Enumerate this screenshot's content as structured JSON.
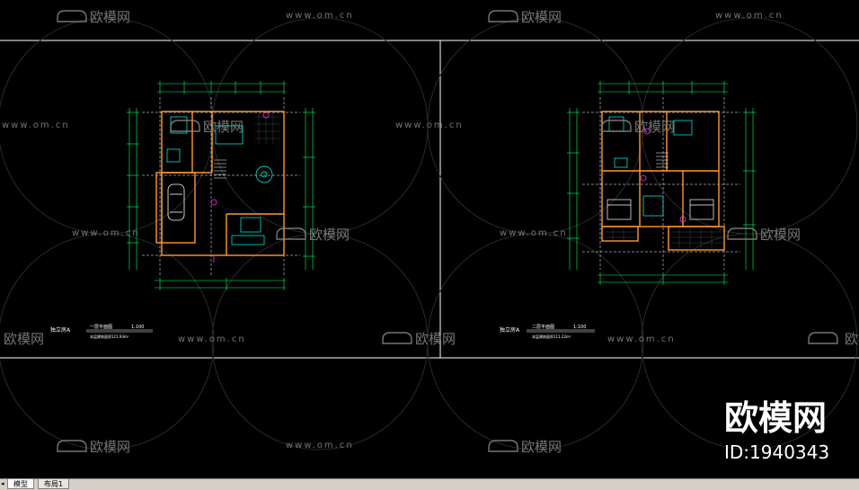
{
  "window": {
    "title": "CAD Model Space"
  },
  "watermark": {
    "brand_text": "欧模网",
    "url_text": "www.om.cn",
    "id_text": "ID:1940343"
  },
  "drawings": [
    {
      "name_label": "独立房A",
      "plan_title": "一层平面图",
      "scale": "1:100",
      "area_label": "本层建筑面积",
      "area_value": "121.93m²"
    },
    {
      "name_label": "独立房A",
      "plan_title": "二层平面图",
      "scale": "1:100",
      "area_label": "本层建筑面积",
      "area_value": "111.22m²"
    }
  ],
  "tabs": [
    {
      "label": "模型",
      "active": true
    },
    {
      "label": "布局1",
      "active": false
    }
  ],
  "colors": {
    "background": "#000000",
    "wall": "#ff9933",
    "dimension": "#00ff66",
    "axis": "#ffffff",
    "furniture": "#00ffff",
    "annotation": "#ff33ff",
    "watermark": "#888888"
  }
}
